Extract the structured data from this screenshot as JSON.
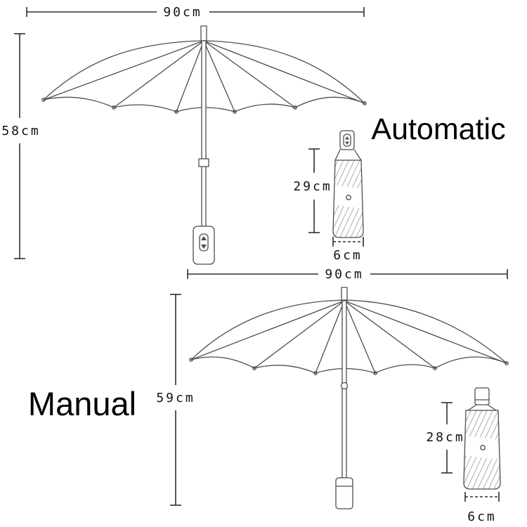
{
  "automatic": {
    "label": "Automatic",
    "canopy_width": "90cm",
    "open_height": "58cm",
    "folded_length": "29cm",
    "folded_diameter": "6cm"
  },
  "manual": {
    "label": "Manual",
    "canopy_width": "90cm",
    "open_height": "59cm",
    "folded_length": "28cm",
    "folded_diameter": "6cm"
  },
  "colors": {
    "background": "#ffffff",
    "line_art": "#4d4d4d",
    "dimension_lines": "#2e2e2e",
    "text": "#121212"
  }
}
